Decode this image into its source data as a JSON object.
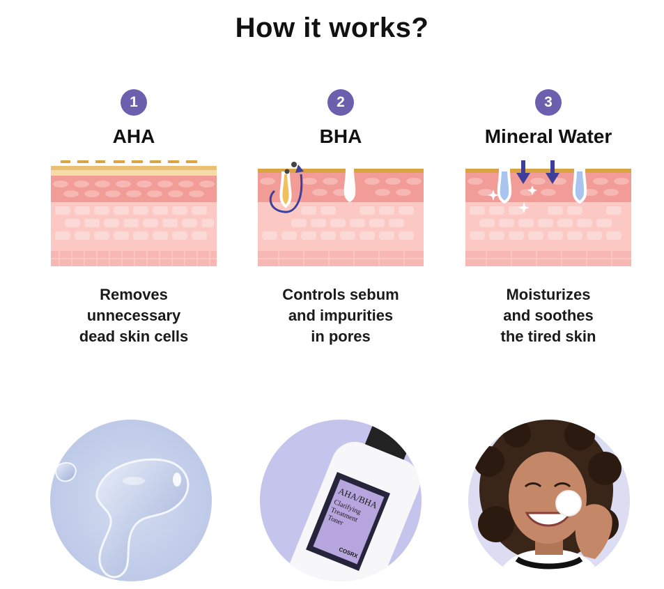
{
  "title": "How it works?",
  "steps": [
    {
      "number": "1",
      "name": "AHA",
      "description_lines": [
        "Removes",
        "unnecessary",
        "dead skin cells"
      ]
    },
    {
      "number": "2",
      "name": "BHA",
      "description_lines": [
        "Controls sebum",
        "and impurities",
        "in pores"
      ]
    },
    {
      "number": "3",
      "name": "Mineral Water",
      "description_lines": [
        "Moisturizes",
        "and soothes",
        "the tired skin"
      ]
    }
  ],
  "product_label": {
    "name": "AHA/BHA",
    "subtitle_line1": "Clarifying",
    "subtitle_line2": "Treatment",
    "subtitle_line3": "Toner",
    "brand": "COSRX"
  },
  "colors": {
    "accent": "#6b5fae",
    "skin_top": "#d9a441",
    "skin_pink": "#f4a7a4",
    "skin_light": "#fbd3d0",
    "arrow": "#3d3f9a"
  },
  "photos": [
    "gel-texture-photo",
    "toner-bottle-photo",
    "smiling-woman-photo"
  ]
}
